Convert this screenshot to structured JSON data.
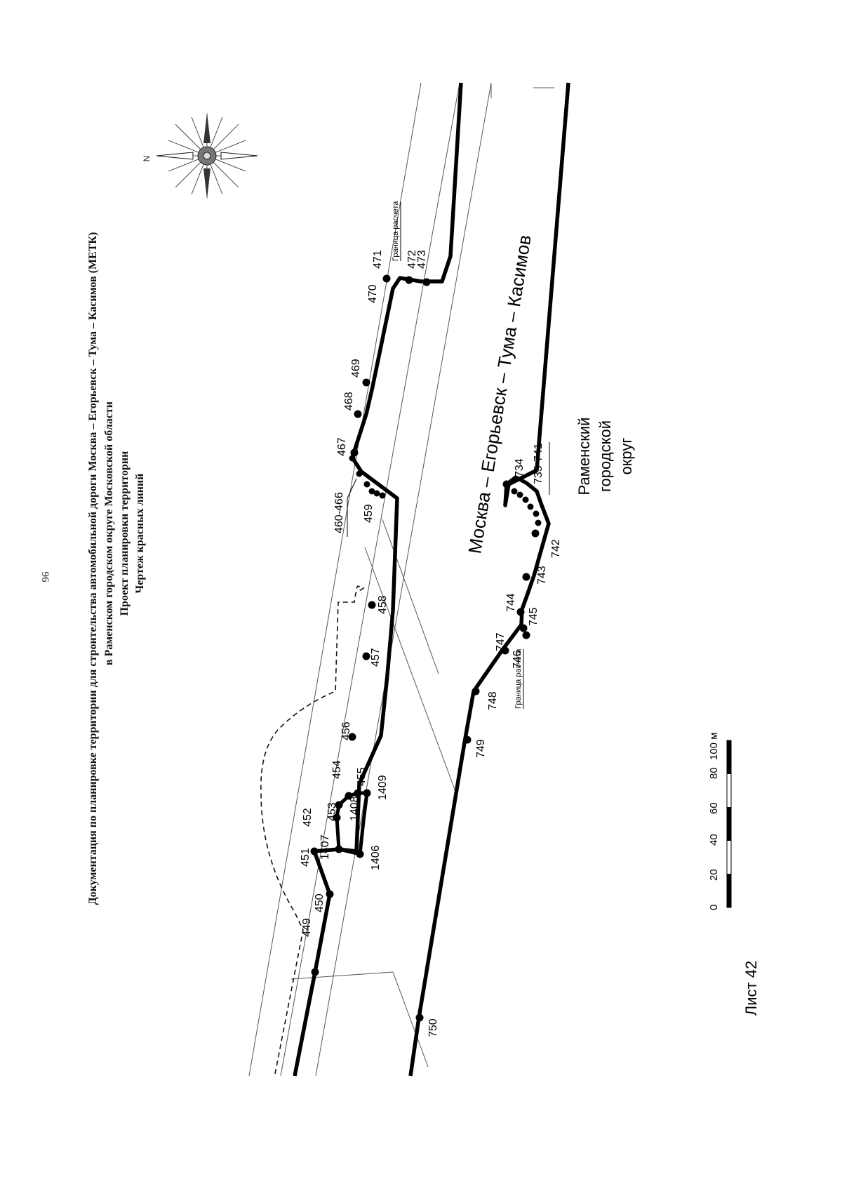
{
  "page_number": "96",
  "header": {
    "line1": "Документация по планировке территории для строительства автомобильной дороги Москва – Егорьевск – Тума – Касимов (МЕТК)",
    "line2": "в Раменском городском округе Московской области",
    "line3": "Проект планировки территории",
    "line4": "Чертеж красных линий"
  },
  "compass": {
    "north_label": "N"
  },
  "road_name": "Москва – Егорьевск – Тума – Касимов",
  "district": [
    "Раменский",
    "городской",
    "округ"
  ],
  "boundary_label": "Граница расчета",
  "points_north": [
    "449",
    "450",
    "451",
    "452",
    "453",
    "454",
    "455",
    "456",
    "457",
    "458",
    "459",
    "460-466",
    "467",
    "468",
    "469",
    "470",
    "471",
    "472",
    "473"
  ],
  "points_inner": [
    "1406",
    "1407",
    "1408",
    "1409"
  ],
  "points_south": [
    "734",
    "735-741",
    "742",
    "743",
    "744",
    "745",
    "746",
    "747",
    "748",
    "749",
    "750"
  ],
  "scale": {
    "ticks": [
      "0",
      "20",
      "40",
      "60",
      "80",
      "100 м"
    ]
  },
  "sheet_label": "Лист 42"
}
